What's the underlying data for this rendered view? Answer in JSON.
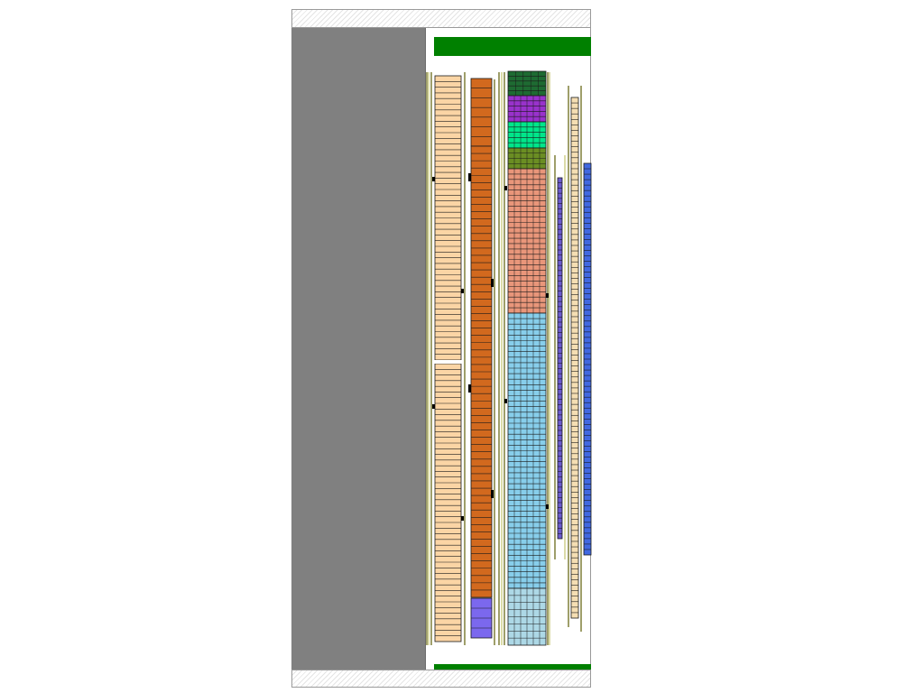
{
  "colors": {
    "gray_panel": "#808080",
    "green_bar": "#008000",
    "rail": "#6b6b1a",
    "rail_light": "#c8c87a",
    "peach": "#fbd5a5",
    "orange": "#d2691e",
    "lavender": "#7b68ee",
    "dark_green": "#1e6b32",
    "purple": "#9932cc",
    "spring_green": "#00e68a",
    "olive": "#6b8e23",
    "salmon": "#e9967a",
    "sky_blue": "#87ceeb",
    "light_blue": "#add8e6",
    "slate_blue": "#6a5acd",
    "royal_blue": "#4169e1",
    "tan": "#f5deb3",
    "grid_line": "#1a1a1a",
    "marker": "#000000"
  },
  "groups": [
    {
      "name": "peach-column-upper",
      "color": "peach",
      "cols": 1,
      "rows": 50
    },
    {
      "name": "peach-column-lower",
      "color": "peach",
      "cols": 1,
      "rows": 49
    },
    {
      "name": "orange-column-top",
      "color": "orange",
      "cols": 1,
      "rows": 7
    },
    {
      "name": "orange-column-main",
      "color": "orange",
      "cols": 1,
      "rows": 62
    },
    {
      "name": "lavender-column",
      "color": "lavender",
      "cols": 1,
      "rows": 4
    },
    {
      "name": "dark-green-block",
      "color": "dark_green",
      "cols": 5,
      "rows": 5
    },
    {
      "name": "purple-block",
      "color": "purple",
      "cols": 6,
      "rows": 5
    },
    {
      "name": "spring-green-block",
      "color": "spring_green",
      "cols": 6,
      "rows": 5
    },
    {
      "name": "olive-block",
      "color": "olive",
      "cols": 6,
      "rows": 4
    },
    {
      "name": "salmon-block",
      "color": "salmon",
      "cols": 6,
      "rows": 27
    },
    {
      "name": "sky-blue-block",
      "color": "sky_blue",
      "cols": 6,
      "rows": 50
    },
    {
      "name": "light-blue-block",
      "color": "light_blue",
      "cols": 6,
      "rows": 8
    },
    {
      "name": "slate-blue-strip",
      "color": "slate_blue",
      "cols": 1,
      "rows": 70
    },
    {
      "name": "tan-strip",
      "color": "tan",
      "cols": 1,
      "rows": 95
    },
    {
      "name": "royal-blue-strip",
      "color": "royal_blue",
      "cols": 1,
      "rows": 72
    }
  ]
}
